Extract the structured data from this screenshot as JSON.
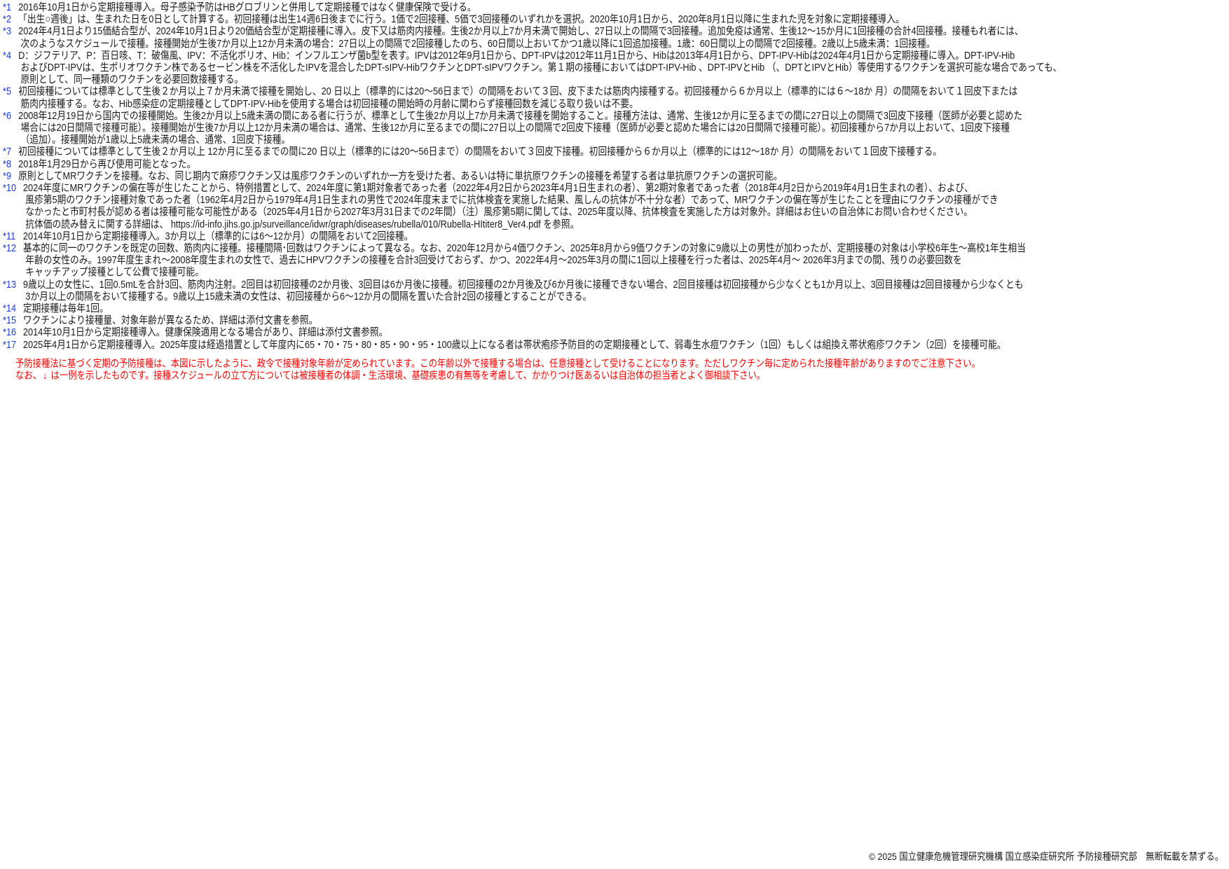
{
  "notes": [
    {
      "marker": "*1",
      "lines": [
        "2016年10月1日から定期接種導入。母子感染予防はHBグロブリンと併用して定期接種ではなく健康保険で受ける。"
      ]
    },
    {
      "marker": "*2",
      "lines": [
        "「出生○週後」は、生まれた日を0日として計算する。初回接種は出生14週6日後までに行う。1価で2回接種、5価で3回接種のいずれかを選択。2020年10月1日から、2020年8月1日以降に生まれた児を対象に定期接種導入。"
      ]
    },
    {
      "marker": "*3",
      "lines": [
        "2024年4月1日より15価結合型が、2024年10月1日より20価結合型が定期接種に導入。皮下又は筋肉内接種。生後2か月以上7か月未満で開始し、27日以上の間隔で3回接種。追加免疫は通常、生後12～15か月に1回接種の合計4回接種。接種もれ者には、",
        "次のようなスケジュールで接種。接種開始が生後7か月以上12か月未満の場合：27日以上の間隔で2回接種したのち、60日間以上おいてかつ1歳以降に1回追加接種。1歳：60日間以上の間隔で2回接種。2歳以上5歳未満：1回接種。"
      ]
    },
    {
      "marker": "*4",
      "lines": [
        "D：ジフテリア、P：百日咳、T：破傷風、IPV：不活化ポリオ、Hib：インフルエンザ菌b型を表す。IPVは2012年9月1日から、DPT-IPVは2012年11月1日から、Hibは2013年4月1日から、DPT-IPV-Hibは2024年4月1日から定期接種に導入。DPT-IPV-Hib",
        "およびDPT-IPVは、生ポリオワクチン株であるセービン株を不活化したIPVを混合したDPT-sIPV-HibワクチンとDPT-sIPVワクチン。第１期の接種においてはDPT-IPV-Hib 、DPT-IPVとHib （、DPTとIPVとHib）等使用するワクチンを選択可能な場合であっても、",
        " 原則として、同一種類のワクチンを必要回数接種する。"
      ]
    },
    {
      "marker": "*5",
      "lines": [
        "初回接種については標準として生後２か月以上７か月未満で接種を開始し、20 日以上（標準的には20～56日まで）の間隔をおいて３回、皮下または筋肉内接種する。初回接種から６か月以上（標準的には６～18か 月）の間隔をおいて１回皮下または",
        "筋肉内接種する。なお、Hib感染症の定期接種としてDPT-IPV-Hibを使用する場合は初回接種の開始時の月齢に関わらず接種回数を減じる取り扱いは不要。"
      ]
    },
    {
      "marker": "*6",
      "lines": [
        "2008年12月19日から国内での接種開始。生後2か月以上5歳未満の間にある者に行うが、標準として生後2か月以上7か月未満で接種を開始すること。接種方法は、通常、生後12か月に至るまでの間に27日以上の間隔で3回皮下接種（医師が必要と認めた",
        "場合には20日間隔で接種可能）。接種開始が生後7か月以上12か月未満の場合は、通常、生後12か月に至るまでの間に27日以上の間隔で2回皮下接種（医師が必要と認めた場合には20日間隔で接種可能）。初回接種から7か月以上おいて、1回皮下接種",
        "（追加）。接種開始が1歳以上5歳未満の場合、通常、1回皮下接種。"
      ]
    },
    {
      "marker": "*7",
      "lines": [
        "初回接種については標準として生後２か月以上 12か月に至るまでの間に20 日以上（標準的には20～56日まで）の間隔をおいて３回皮下接種。初回接種から６か月以上（標準的には12～18か 月）の間隔をおいて１回皮下接種する。"
      ]
    },
    {
      "marker": "*8",
      "lines": [
        "2018年1月29日から再び使用可能となった。"
      ]
    },
    {
      "marker": "*9",
      "lines": [
        "原則としてMRワクチンを接種。なお、同じ期内で麻疹ワクチン又は風疹ワクチンのいずれか一方を受けた者、あるいは特に単抗原ワクチンの接種を希望する者は単抗原ワクチンの選択可能。"
      ]
    },
    {
      "marker": "*10",
      "lines": [
        "2024年度にMRワクチンの偏在等が生じたことから、特例措置として、2024年度に第1期対象者であった者（2022年4月2日から2023年4月1日生まれの者）、第2期対象者であった者（2018年4月2日から2019年4月1日生まれの者）、および、",
        "風疹第5期のワクチン接種対象であった者（1962年4月2日から1979年4月1日生まれの男性で2024年度末までに抗体検査を実施した結果、風しんの抗体が不十分な者）であって、MRワクチンの偏在等が生じたことを理由にワクチンの接種ができ",
        "なかったと市町村長が認める者は接種可能な可能性がある（2025年4月1日から2027年3月31日までの2年間）（注）風疹第5期に関しては、2025年度以降、抗体検査を実施した方は対象外。詳細はお住いの自治体にお問い合わせください。",
        "抗体価の読み替えに関する詳細は、 https://id-info.jihs.go.jp/surveillance/idwr/graph/diseases/rubella/010/Rubella-HItiter8_Ver4.pdf を参照。"
      ]
    },
    {
      "marker": "*11",
      "lines": [
        "2014年10月1日から定期接種導入。3か月以上（標準的には6～12か月）の間隔をおいて2回接種。"
      ]
    },
    {
      "marker": "*12",
      "lines": [
        "基本的に同一のワクチンを既定の回数、筋肉内に接種。接種間隔･回数はワクチンによって異なる。なお、2020年12月から4価ワクチン、2025年8月から9価ワクチンの対象に9歳以上の男性が加わったが、定期接種の対象は小学校6年生～高校1年生相当",
        "年齢の女性のみ。1997年度生まれ～2008年度生まれの女性で、過去にHPVワクチンの接種を合計3回受けておらず、かつ、2022年4月～2025年3月の間に1回以上接種を行った者は、2025年4月～ 2026年3月までの間、残りの必要回数を",
        "キャッチアップ接種として公費で接種可能。"
      ]
    },
    {
      "marker": "*13",
      "lines": [
        "9歳以上の女性に、1回0.5mLを合計3回、筋肉内注射。2回目は初回接種の2か月後、3回目は6か月後に接種。初回接種の2か月後及び6か月後に接種できない場合、2回目接種は初回接種から少なくとも1か月以上、3回目接種は2回目接種から少なくとも",
        "3か月以上の間隔をおいて接種する。9歳以上15歳未満の女性は、初回接種から6～12か月の間隔を置いた合計2回の接種とすることができる。"
      ]
    },
    {
      "marker": "*14",
      "lines": [
        "定期接種は毎年1回。"
      ]
    },
    {
      "marker": "*15",
      "lines": [
        "ワクチンにより接種量、対象年齢が異なるため、詳細は添付文書を参照。"
      ]
    },
    {
      "marker": "*16",
      "lines": [
        "2014年10月1日から定期接種導入。健康保険適用となる場合があり、詳細は添付文書参照。"
      ]
    },
    {
      "marker": "*17",
      "lines": [
        "2025年4月1日から定期接種導入。2025年度は経過措置として年度内に65・70・75・80・85・90・95・100歳以上になる者は帯状疱疹予防目的の定期接種として、弱毒生水痘ワクチン（1回）もしくは組換え帯状疱疹ワクチン（2回）を接種可能。"
      ]
    }
  ],
  "red_notice": {
    "line1": "予防接種法に基づく定期の予防接種は、本図に示したように、政令で接種対象年齢が定められています。この年齢以外で接種する場合は、任意接種として受けることになります。ただしワクチン毎に定められた接種年齢がありますのでご注意下さい。",
    "line2_prefix": "なお、",
    "arrow_icon": "down-arrow-icon",
    "arrow_glyph": "↓",
    "line2_suffix": " は一例を示したものです。接種スケジュールの立て方については被接種者の体調・生活環境、基礎疾患の有無等を考慮して、かかりつけ医あるいは自治体の担当者とよく御相談下さい。",
    "color": "#ff0000"
  },
  "footer": {
    "copyright": "© 2025 国立健康危機管理研究機構 国立感染症研究所 予防接種研究部　無断転載を禁ずる。"
  }
}
